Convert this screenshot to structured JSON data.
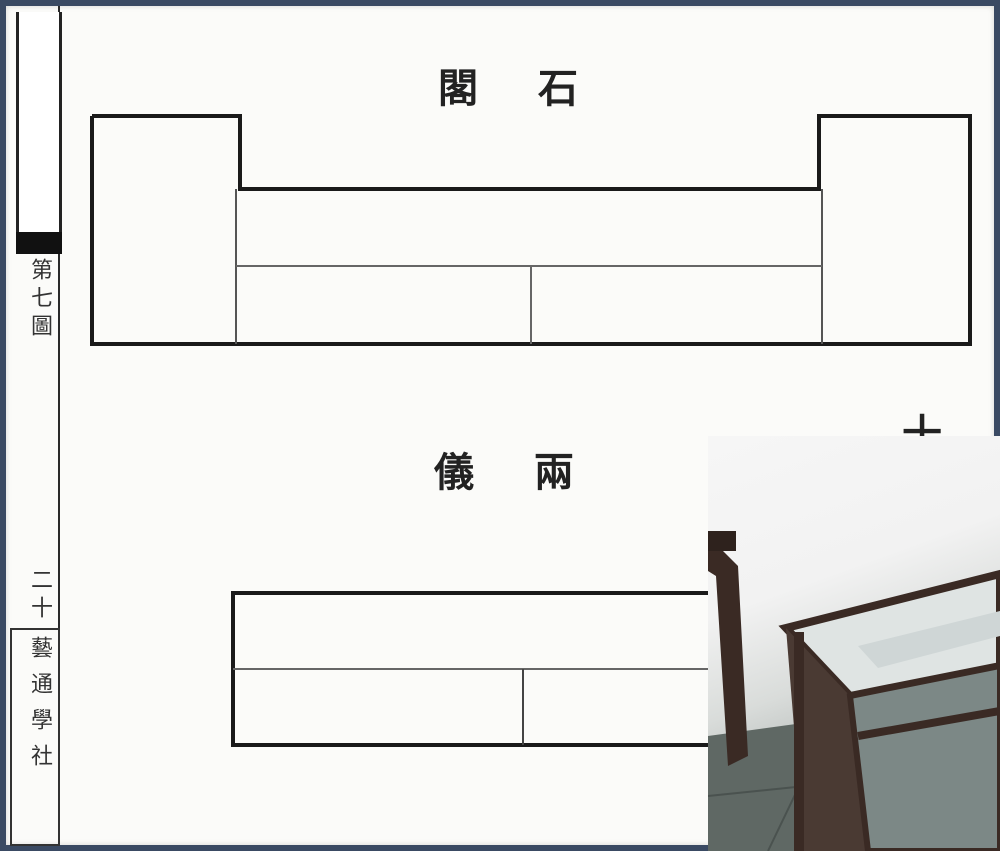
{
  "top_title": "閣石",
  "bottom_title": "儀兩",
  "corner_char": "十",
  "margin_top_text": "第七圖",
  "margin_num": "二十",
  "margin_publisher": "藝通學社",
  "overlay_photo": "glass-display-case-photo"
}
